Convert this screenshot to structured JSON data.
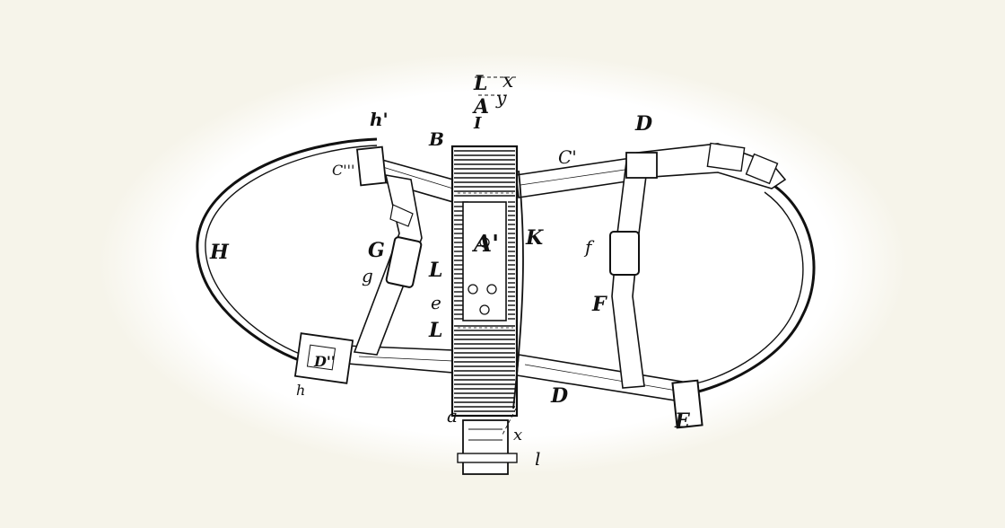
{
  "colors": {
    "background": "#f6f4ea",
    "vignette": "#ffffff",
    "ink": "#111111"
  },
  "labels": {
    "x_top": "x",
    "y": "y",
    "L_top": "L",
    "A": "A",
    "I": "I",
    "B": "B",
    "h_prime": "h'",
    "C_triple": "C'''",
    "C_prime": "C'",
    "D_top": "D",
    "A_prime": "A'",
    "K": "K",
    "L_lower": "L",
    "e": "e",
    "L_bottom": "L",
    "H": "H",
    "G": "G",
    "g": "g",
    "f": "f",
    "F": "F",
    "D_bottom_right": "D",
    "D_double": "D''",
    "h_bottom": "h",
    "a": "a",
    "x_bottom": "x",
    "l": "l",
    "E": "E"
  }
}
